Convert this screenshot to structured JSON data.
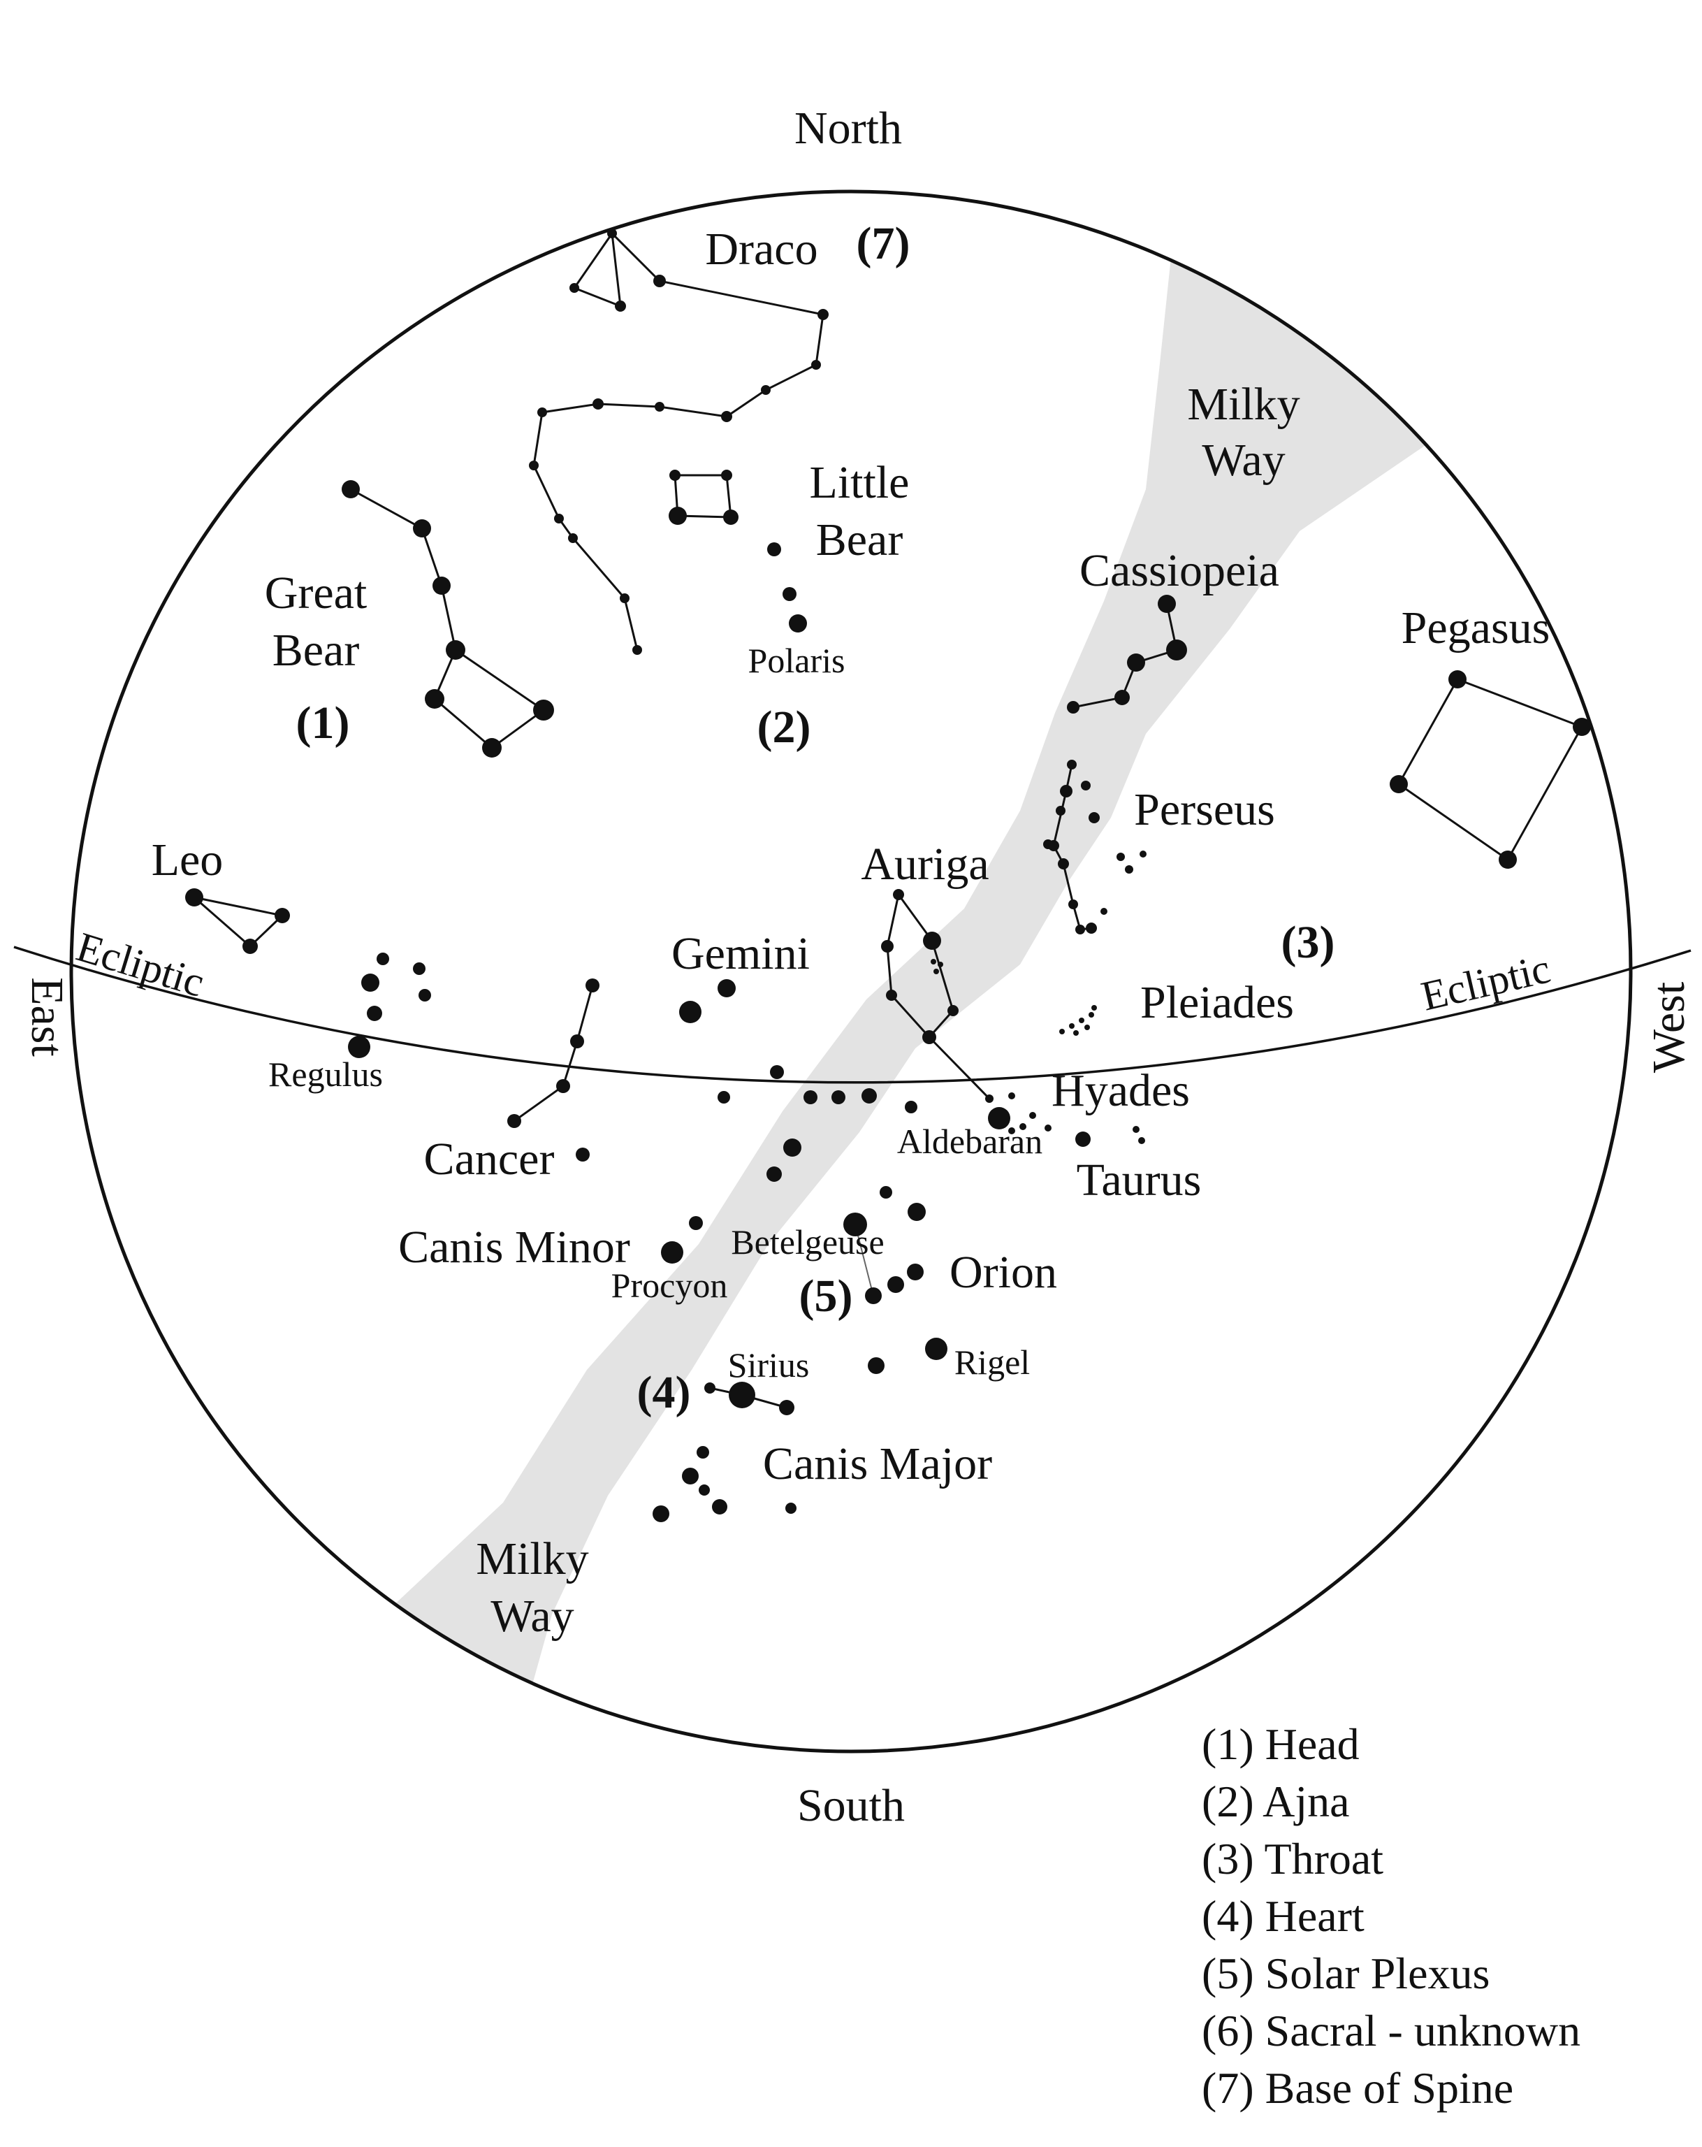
{
  "directions": {
    "north": "North",
    "south": "South",
    "east": "East",
    "west": "West"
  },
  "regions": {
    "milky_way_upper": "Milky Way",
    "milky_way_lower": "Milky Way",
    "ecliptic_left": "Ecliptic",
    "ecliptic_right": "Ecliptic"
  },
  "constellations": {
    "draco": "Draco",
    "little_bear_line1": "Little",
    "little_bear_line2": "Bear",
    "great_bear_line1": "Great",
    "great_bear_line2": "Bear",
    "cassiopeia": "Cassiopeia",
    "pegasus": "Pegasus",
    "perseus": "Perseus",
    "leo": "Leo",
    "auriga": "Auriga",
    "gemini": "Gemini",
    "pleiades": "Pleiades",
    "hyades": "Hyades",
    "taurus": "Taurus",
    "cancer": "Cancer",
    "canis_minor": "Canis Minor",
    "orion": "Orion",
    "canis_major": "Canis Major"
  },
  "stars": {
    "polaris": "Polaris",
    "regulus": "Regulus",
    "aldebaran": "Aldebaran",
    "betelgeuse": "Betelgeuse",
    "procyon": "Procyon",
    "sirius": "Sirius",
    "rigel": "Rigel"
  },
  "markers": {
    "m1": "(1)",
    "m2": "(2)",
    "m3": "(3)",
    "m4": "(4)",
    "m5": "(5)",
    "m7": "(7)"
  },
  "legend": [
    "(1) Head",
    "(2) Ajna",
    "(3) Throat",
    "(4) Heart",
    "(5) Solar Plexus",
    "(6) Sacral - unknown",
    "(7) Base of Spine"
  ]
}
